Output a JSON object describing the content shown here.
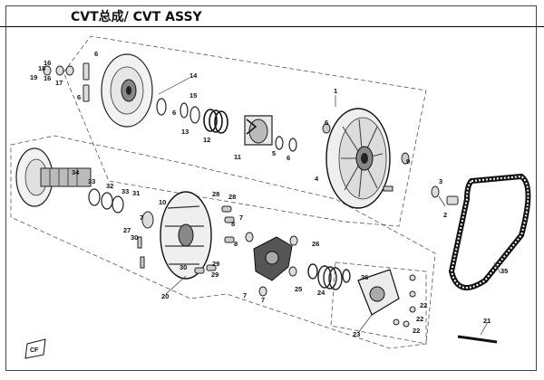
{
  "title": "CVT总成/ CVT ASSY",
  "logo_text": "CF",
  "callouts": [
    {
      "id": "c1",
      "text": "1"
    },
    {
      "id": "c2",
      "text": "2"
    },
    {
      "id": "c3",
      "text": "3"
    },
    {
      "id": "c4",
      "text": "4"
    },
    {
      "id": "c5",
      "text": "5"
    },
    {
      "id": "c6a",
      "text": "6"
    },
    {
      "id": "c6b",
      "text": "6"
    },
    {
      "id": "c6c",
      "text": "6"
    },
    {
      "id": "c6d",
      "text": "6"
    },
    {
      "id": "c6e",
      "text": "6"
    },
    {
      "id": "c7a",
      "text": "7"
    },
    {
      "id": "c7b",
      "text": "7"
    },
    {
      "id": "c7c",
      "text": "7"
    },
    {
      "id": "c7d",
      "text": "7"
    },
    {
      "id": "c8a",
      "text": "8"
    },
    {
      "id": "c8b",
      "text": "8"
    },
    {
      "id": "c9",
      "text": "9"
    },
    {
      "id": "c10",
      "text": "10"
    },
    {
      "id": "c11",
      "text": "11"
    },
    {
      "id": "c12",
      "text": "12"
    },
    {
      "id": "c13",
      "text": "13"
    },
    {
      "id": "c14",
      "text": "14"
    },
    {
      "id": "c15",
      "text": "15"
    },
    {
      "id": "c16a",
      "text": "16"
    },
    {
      "id": "c16b",
      "text": "16"
    },
    {
      "id": "c17",
      "text": "17"
    },
    {
      "id": "c18",
      "text": "18"
    },
    {
      "id": "c19",
      "text": "19"
    },
    {
      "id": "c20",
      "text": "20"
    },
    {
      "id": "c21",
      "text": "21"
    },
    {
      "id": "c22a",
      "text": "22"
    },
    {
      "id": "c22b",
      "text": "22"
    },
    {
      "id": "c22c",
      "text": "22"
    },
    {
      "id": "c23",
      "text": "23"
    },
    {
      "id": "c24",
      "text": "24"
    },
    {
      "id": "c25",
      "text": "25"
    },
    {
      "id": "c26",
      "text": "26"
    },
    {
      "id": "c27",
      "text": "27"
    },
    {
      "id": "c28a",
      "text": "28"
    },
    {
      "id": "c28b",
      "text": "28"
    },
    {
      "id": "c29a",
      "text": "29"
    },
    {
      "id": "c29b",
      "text": "29"
    },
    {
      "id": "c30a",
      "text": "30"
    },
    {
      "id": "c30b",
      "text": "30"
    },
    {
      "id": "c31",
      "text": "31"
    },
    {
      "id": "c32",
      "text": "32"
    },
    {
      "id": "c33a",
      "text": "33"
    },
    {
      "id": "c33b",
      "text": "33"
    },
    {
      "id": "c34",
      "text": "34"
    },
    {
      "id": "c35",
      "text": "35"
    },
    {
      "id": "c36",
      "text": "36"
    }
  ]
}
